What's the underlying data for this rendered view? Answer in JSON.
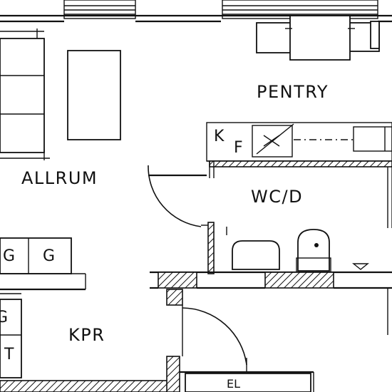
{
  "rooms": {
    "pentry": "PENTRY",
    "allrum": "ALLRUM",
    "wcd": "WC/D",
    "kpr": "KPR"
  },
  "fixtures": {
    "kf_k": "K",
    "kf_f": "F",
    "g1": "G",
    "g2": "G",
    "g3": "G",
    "t": "T",
    "el": "EL"
  }
}
